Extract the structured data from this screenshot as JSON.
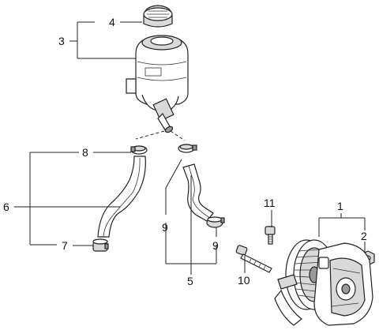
{
  "callouts": {
    "c1": "1",
    "c2": "2",
    "c3": "3",
    "c4": "4",
    "c5": "5",
    "c6": "6",
    "c7": "7",
    "c8": "8",
    "c9_left": "9",
    "c9_right": "9",
    "c10": "10",
    "c11": "11"
  }
}
